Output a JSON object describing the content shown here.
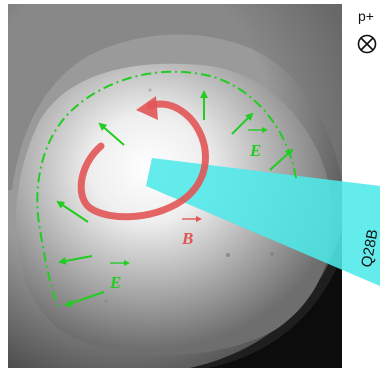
{
  "beam": {
    "label": "p+",
    "direction_symbol": "⊗",
    "direction_icon": "into-page-cross-icon"
  },
  "field_labels": {
    "E_upper": "E",
    "E_lower": "E",
    "B": "B"
  },
  "probe_label": "Q28B",
  "colors": {
    "electric_field": "#22cc22",
    "magnetic_field": "#e25555",
    "probe_beam": "#4ee8e8",
    "background": "#ffffff"
  }
}
